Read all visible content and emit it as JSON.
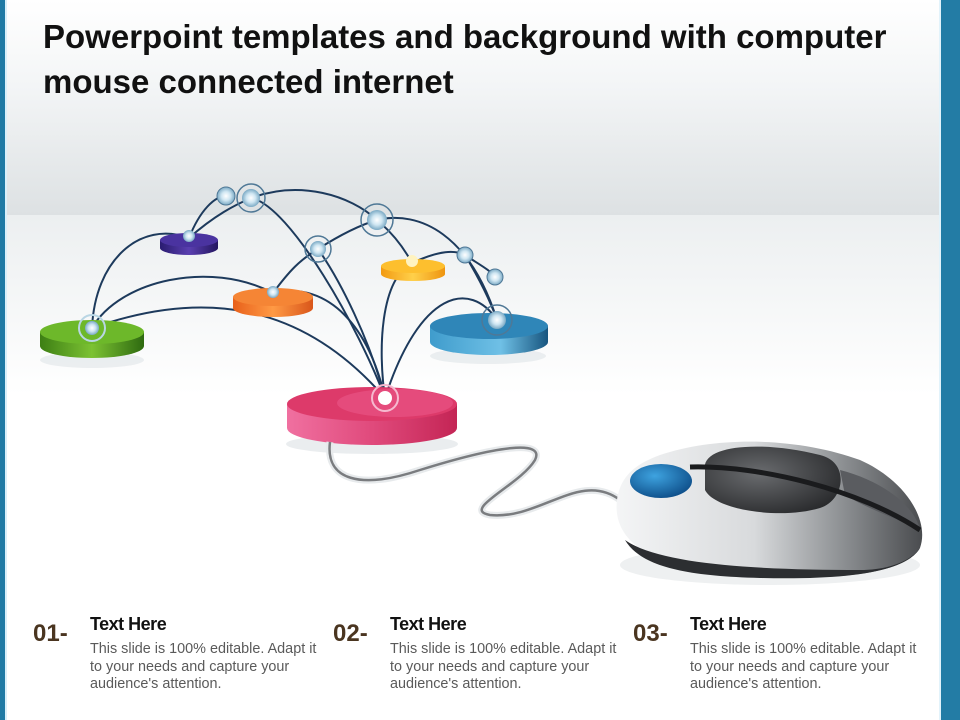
{
  "slide": {
    "title": "Powerpoint templates and background with computer mouse connected internet",
    "colors": {
      "accent_bar": "#1f7aa5",
      "number_color": "#4a3520",
      "heading_color": "#111111",
      "body_color": "#5a5a5a"
    }
  },
  "illustration": {
    "description": "Computer mouse connected via cable to a pink hub disc linked to colored network discs",
    "nodes": [
      {
        "name": "green-disc",
        "color": "#4f9a1f"
      },
      {
        "name": "purple-disc",
        "color": "#3b2a8c"
      },
      {
        "name": "orange-disc",
        "color": "#f07a22"
      },
      {
        "name": "yellow-disc",
        "color": "#f5b21e"
      },
      {
        "name": "blue-disc",
        "color": "#2a7fb0"
      },
      {
        "name": "pink-hub-disc",
        "color": "#e0366b"
      }
    ],
    "mouse_button_color": "#1e6aa8"
  },
  "items": [
    {
      "number": "01-",
      "heading": "Text Here",
      "body": "This slide is 100% editable. Adapt it to your needs and capture your audience's attention."
    },
    {
      "number": "02-",
      "heading": "Text Here",
      "body": "This slide is 100% editable. Adapt it to your needs and capture your audience's attention."
    },
    {
      "number": "03-",
      "heading": "Text Here",
      "body": "This slide is 100% editable. Adapt it to your needs and capture your audience's attention."
    }
  ]
}
